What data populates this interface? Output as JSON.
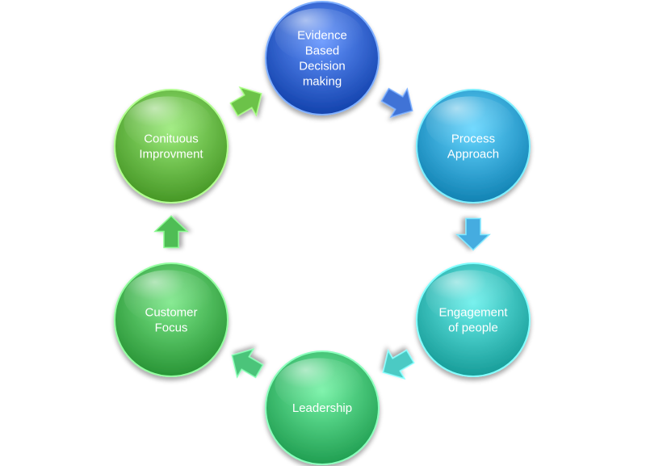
{
  "diagram": {
    "nodes": [
      {
        "id": "evidence",
        "lines": [
          "Evidence",
          "Based",
          "Decision",
          "making"
        ],
        "color": "#2f5fc9"
      },
      {
        "id": "process",
        "lines": [
          "Process",
          "Approach"
        ],
        "color": "#2e9fcf"
      },
      {
        "id": "engagement",
        "lines": [
          "Engagement",
          "of people"
        ],
        "color": "#34b9b5"
      },
      {
        "id": "leadership",
        "lines": [
          "Leadership"
        ],
        "color": "#3dbb6e"
      },
      {
        "id": "customer",
        "lines": [
          "Customer",
          "Focus"
        ],
        "color": "#45b152"
      },
      {
        "id": "improvement",
        "lines": [
          "Conituous",
          "Improvment"
        ],
        "color": "#63b442"
      }
    ],
    "arrows": [
      {
        "from": "evidence",
        "to": "process",
        "color": "#3f73d6"
      },
      {
        "from": "process",
        "to": "engagement",
        "color": "#45ace0"
      },
      {
        "from": "engagement",
        "to": "leadership",
        "color": "#4ccac4"
      },
      {
        "from": "leadership",
        "to": "customer",
        "color": "#4cc47a"
      },
      {
        "from": "customer",
        "to": "improvement",
        "color": "#4fbd55"
      },
      {
        "from": "improvement",
        "to": "evidence",
        "color": "#6cc248"
      }
    ]
  }
}
